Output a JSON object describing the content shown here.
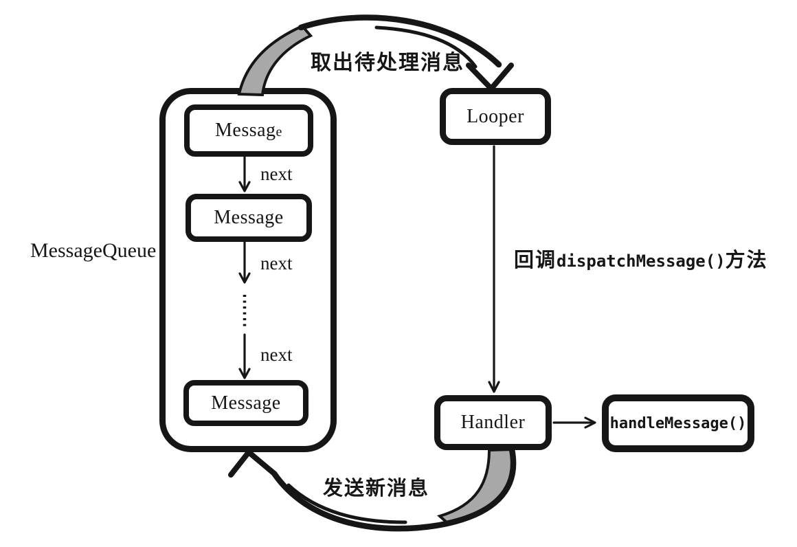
{
  "diagram": {
    "colors": {
      "line": "#161616",
      "ribbon": "#a8a8a8",
      "bg": "#ffffff"
    },
    "message_queue": {
      "label": "MessageQueue",
      "next_label": "next",
      "nodes": [
        {
          "main": "Messag",
          "sub": "e"
        },
        {
          "main": "Message",
          "sub": ""
        },
        {
          "main": "Message",
          "sub": ""
        }
      ]
    },
    "looper_label": "Looper",
    "handler_label": "Handler",
    "handle_message_label": "handleMessage()",
    "edges": {
      "fetch_label": "取出待处理消息",
      "dispatch_prefix": "回调",
      "dispatch_code": "dispatchMessage()",
      "dispatch_suffix": "方法",
      "send_label": "发送新消息"
    }
  }
}
